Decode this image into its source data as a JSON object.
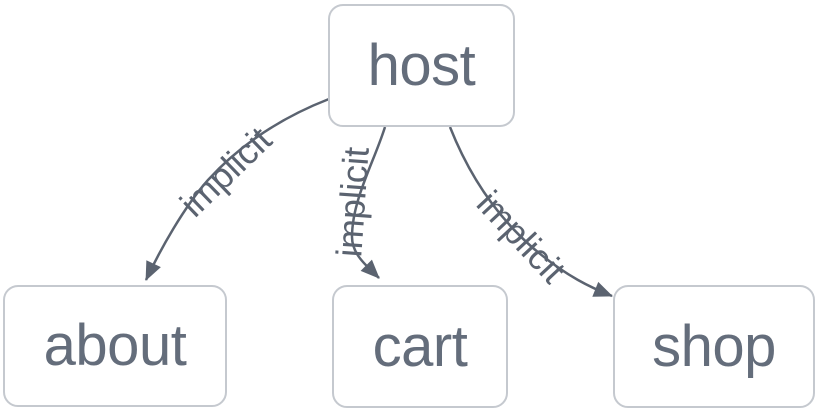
{
  "diagram": {
    "type": "graph",
    "direction": "top-down",
    "nodes": [
      {
        "id": "host",
        "label": "host"
      },
      {
        "id": "about",
        "label": "about"
      },
      {
        "id": "cart",
        "label": "cart"
      },
      {
        "id": "shop",
        "label": "shop"
      }
    ],
    "edges": [
      {
        "from": "host",
        "to": "about",
        "label": "implicit"
      },
      {
        "from": "host",
        "to": "cart",
        "label": "implicit"
      },
      {
        "from": "host",
        "to": "shop",
        "label": "implicit"
      }
    ],
    "colors": {
      "background": "#ffffff",
      "node_fill": "#ffffff",
      "node_border": "#c5c9cf",
      "node_text": "#646d7b",
      "edge_stroke": "#5b6370",
      "edge_label_text": "#5b6370"
    }
  }
}
